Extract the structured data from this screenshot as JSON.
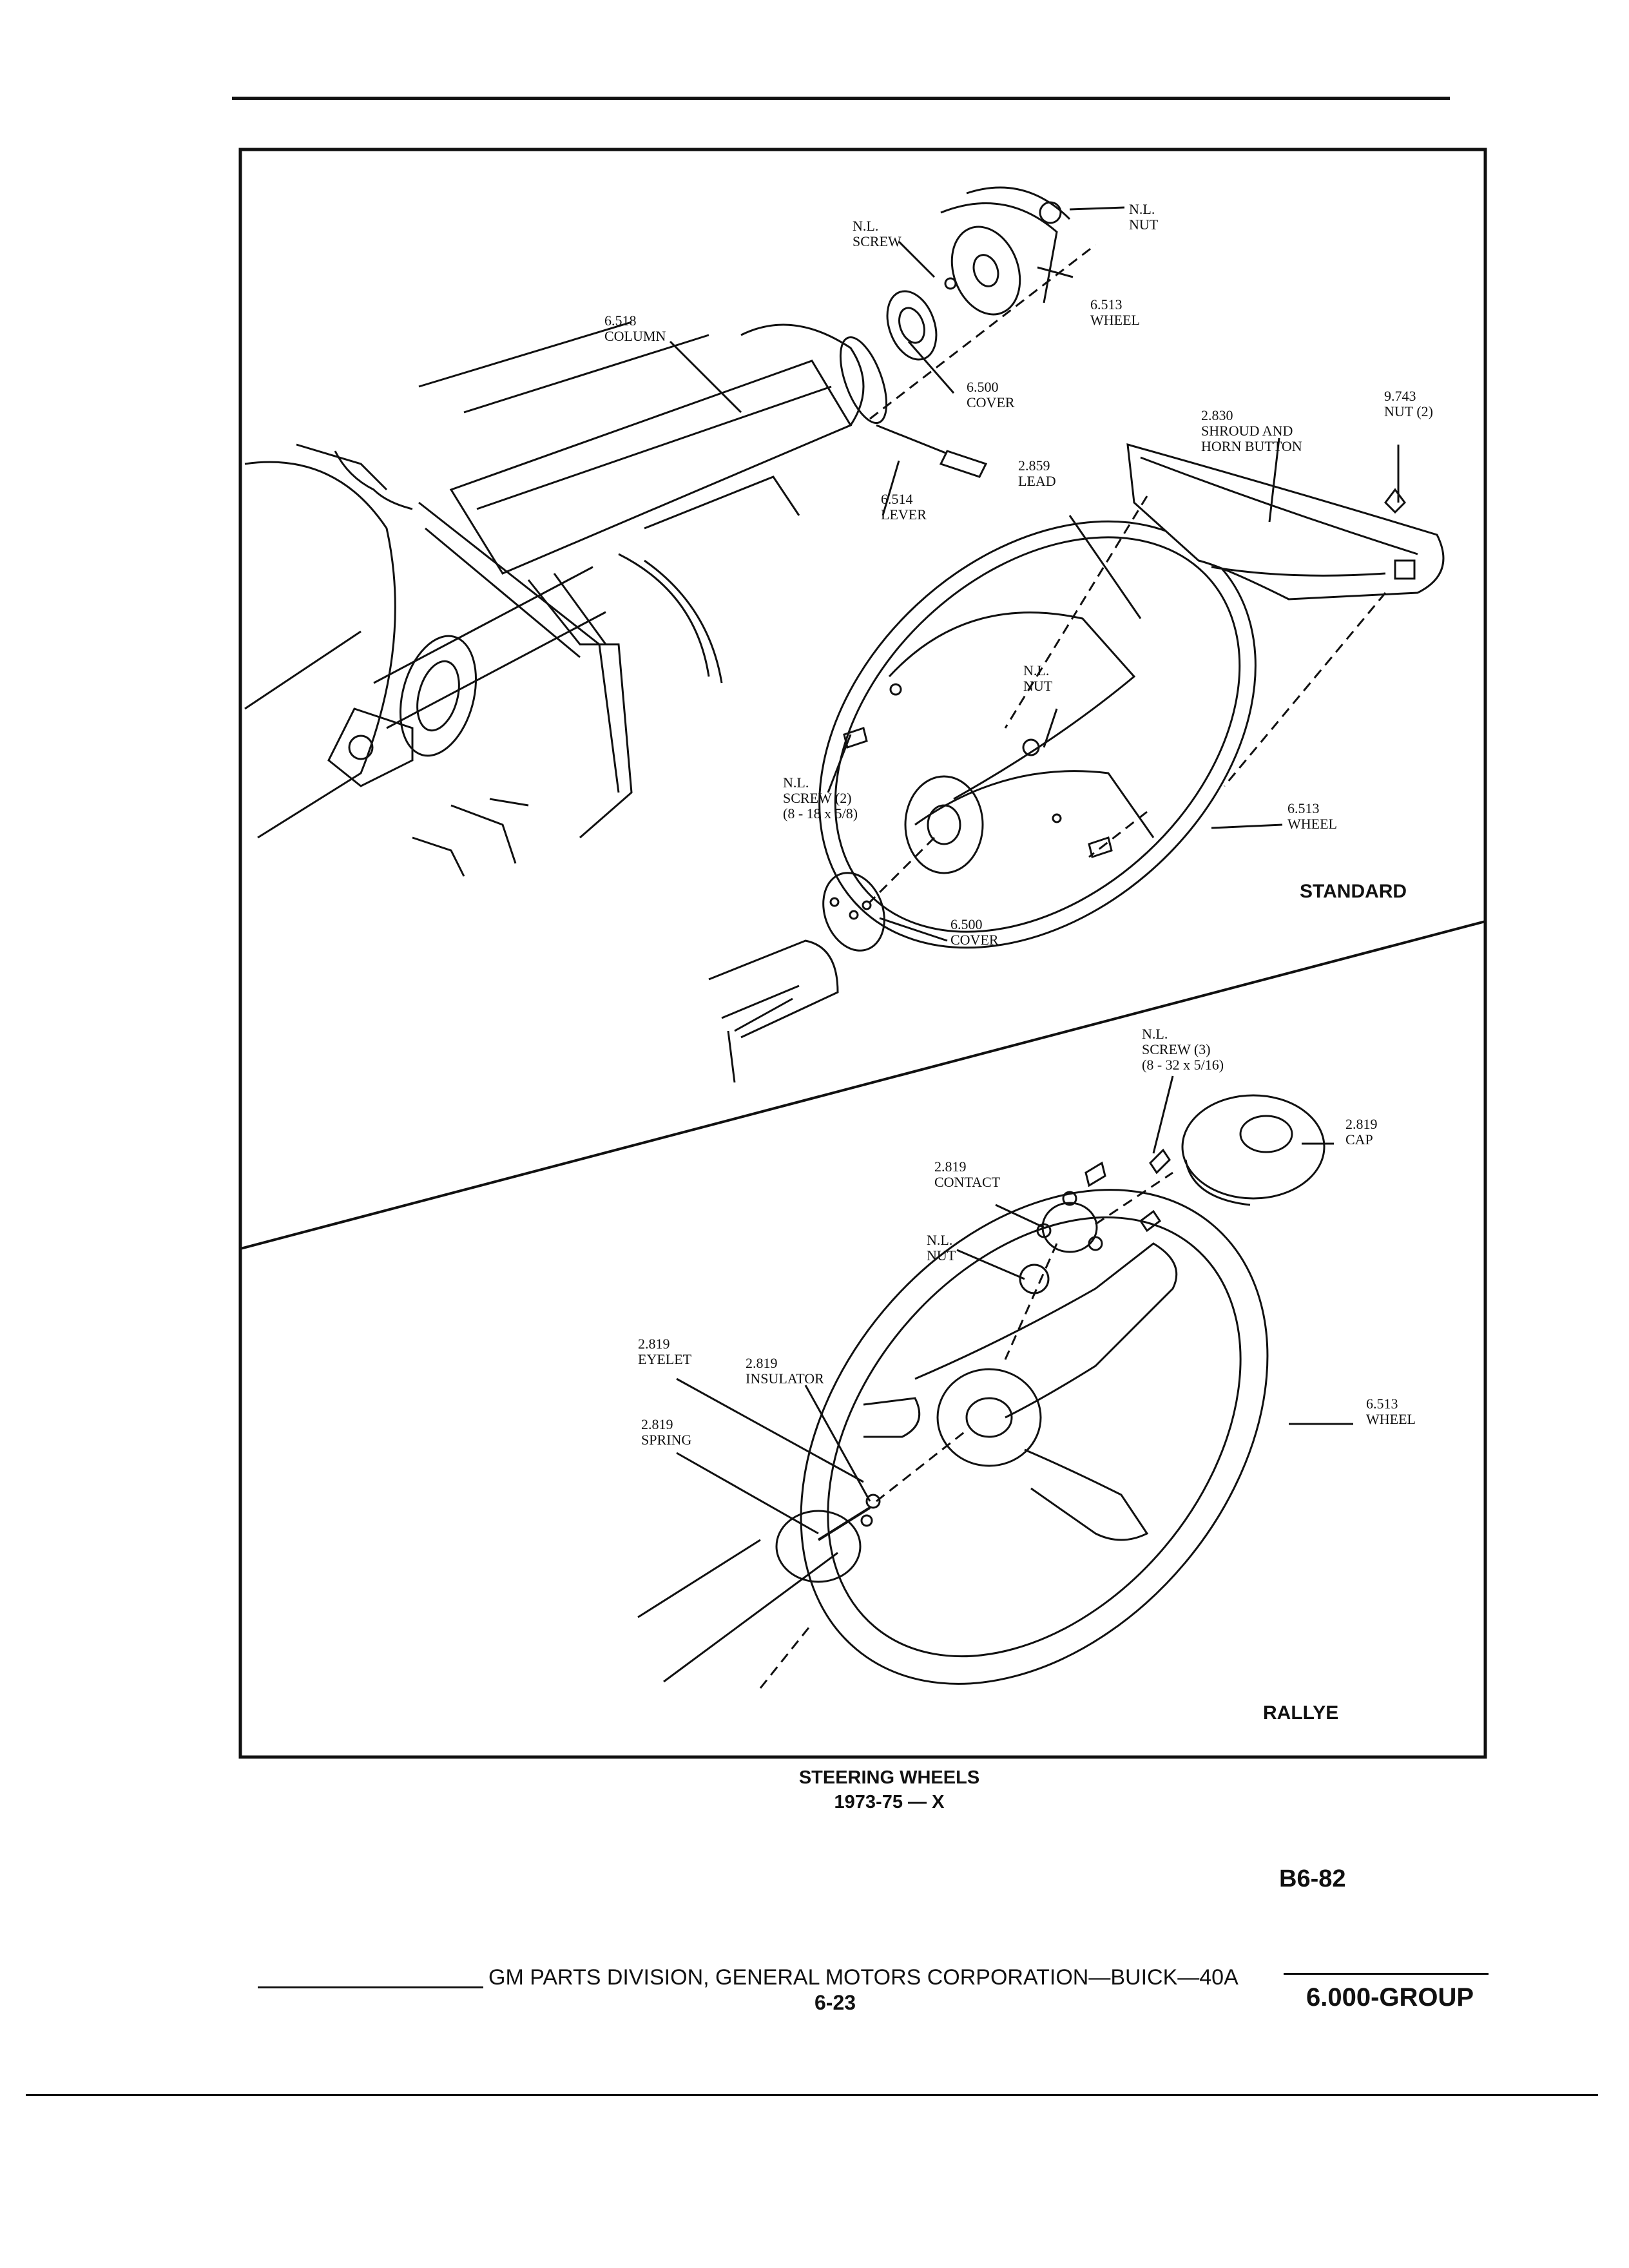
{
  "labels": {
    "nl_nut_top": [
      "N.L.",
      "NUT"
    ],
    "nl_screw_top": [
      "N.L.",
      "SCREW"
    ],
    "wheel_top": [
      "6.513",
      "WHEEL"
    ],
    "column": [
      "6.518",
      "COLUMN"
    ],
    "cover_top": [
      "6.500",
      "COVER"
    ],
    "nut2": [
      "9.743",
      "NUT (2)"
    ],
    "shroud": [
      "2.830",
      "SHROUD AND",
      "HORN BUTTON"
    ],
    "lead": [
      "2.859",
      "LEAD"
    ],
    "lever": [
      "6.514",
      "LEVER"
    ],
    "nl_nut_mid": [
      "N.L.",
      "NUT"
    ],
    "nl_screw2": [
      "N.L.",
      "SCREW (2)",
      "(8 - 18 x 5/8)"
    ],
    "wheel_std": [
      "6.513",
      "WHEEL"
    ],
    "cover_std": [
      "6.500",
      "COVER"
    ],
    "nl_screw3": [
      "N.L.",
      "SCREW (3)",
      "(8 - 32 x 5/16)"
    ],
    "cap": [
      "2.819",
      "CAP"
    ],
    "contact": [
      "2.819",
      "CONTACT"
    ],
    "nl_nut_rallye": [
      "N.L.",
      "NUT"
    ],
    "eyelet": [
      "2.819",
      "EYELET"
    ],
    "insulator": [
      "2.819",
      "INSULATOR"
    ],
    "spring": [
      "2.819",
      "SPRING"
    ],
    "wheel_rallye": [
      "6.513",
      "WHEEL"
    ]
  },
  "sections": {
    "standard": "STANDARD",
    "rallye": "RALLYE"
  },
  "caption": {
    "line1": "STEERING WHEELS",
    "line2": "1973-75 — X"
  },
  "ref_code": "B6-82",
  "footer": {
    "text": "GM PARTS DIVISION, GENERAL MOTORS CORPORATION—BUICK—40A",
    "page": "6-23",
    "group": "6.000-GROUP"
  }
}
